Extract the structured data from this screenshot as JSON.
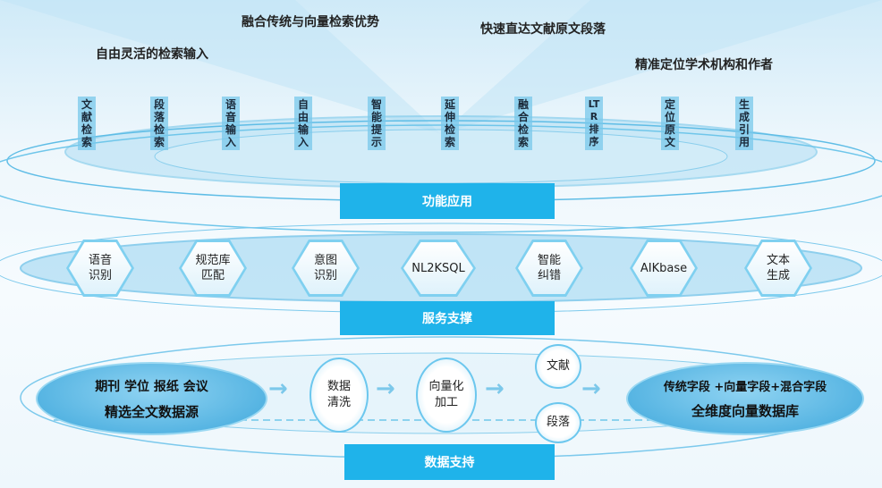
{
  "headlines": [
    "融合传统与向量检索优势",
    "快速直达文献原文段落",
    "自由灵活的检索输入",
    "精准定位学术机构和作者"
  ],
  "functions": [
    "文献检索",
    "段落检索",
    "语音输入",
    "自由输入",
    "智能提示",
    "延伸检索",
    "融合检索",
    "LTR排序",
    "定位原文",
    "生成引用"
  ],
  "layer_function": "功能应用",
  "services": [
    [
      "语音",
      "识别"
    ],
    [
      "规范库",
      "匹配"
    ],
    [
      "意图",
      "识别"
    ],
    [
      "NL2KSQL"
    ],
    [
      "智能",
      "纠错"
    ],
    [
      "AIKbase"
    ],
    [
      "文本",
      "生成"
    ]
  ],
  "layer_service": "服务支撑",
  "data_flow": {
    "source_line1": "期刊 学位 报纸 会议",
    "source_line2": "精选全文数据源",
    "step1": [
      "数据",
      "清洗"
    ],
    "step2": [
      "向量化",
      "加工"
    ],
    "branch_a": "文献",
    "branch_b": "段落",
    "target_line1": "传统字段 +向量字段+混合字段",
    "target_line2": "全维度向量数据库"
  },
  "layer_data": "数据支持",
  "colors": {
    "accent": "#1fb3ea",
    "ring": "#5fbde6"
  }
}
